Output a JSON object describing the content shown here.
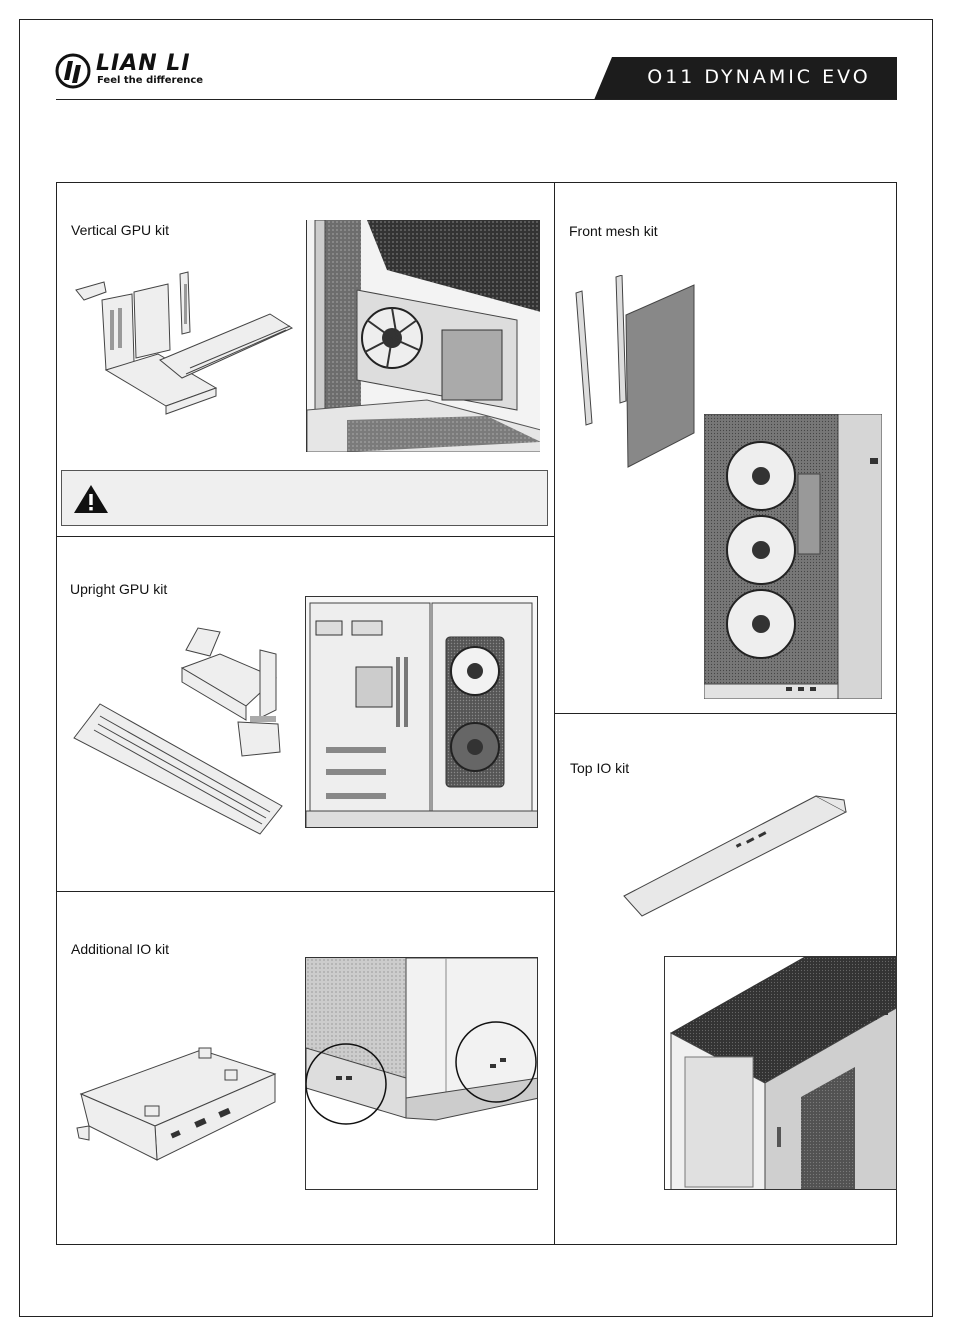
{
  "header": {
    "brand_name": "LIAN LI",
    "tagline": "Feel the difference",
    "model_name": "O11 DYNAMIC EVO"
  },
  "sections": {
    "vertical_gpu": {
      "title": "Vertical GPU kit"
    },
    "upright_gpu": {
      "title": "Upright GPU kit"
    },
    "additional_io": {
      "title": "Additional IO kit"
    },
    "front_mesh": {
      "title": "Front mesh kit"
    },
    "top_io": {
      "title": "Top IO kit"
    }
  },
  "icons": {
    "warning": "warning-triangle-icon",
    "logo": "lian-li-logo-icon"
  },
  "colors": {
    "ink": "#111111",
    "banner": "#1c1c1c",
    "warning_bg": "#efefef"
  }
}
